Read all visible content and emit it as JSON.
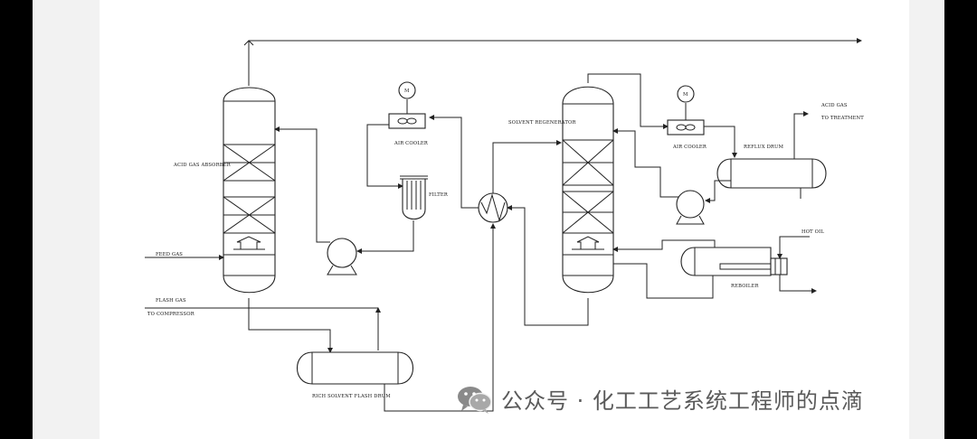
{
  "labels": {
    "acid_gas_absorber": "ACID GAS ABSORBER",
    "feed_gas": "FEED GAS",
    "flash_gas": "FLASH GAS",
    "to_compressor": "TO COMPRESSOR",
    "air_cooler_1": "AIR COOLER",
    "filter": "FILTER",
    "motor_1": "M",
    "motor_2": "M",
    "solvent_regenerator": "SOLVENT REGENERATOR",
    "air_cooler_2": "AIR COOLER",
    "reflux_drum": "REFLUX DRUM",
    "acid_gas": "ACID GAS",
    "to_treatment": "TO TREATMENT",
    "hot_oil": "HOT OIL",
    "reboiler": "REBOILER",
    "rich_solvent_flash_drum": "RICH SOLVENT FLASH DRUM"
  },
  "watermark": {
    "text": "公众号 · 化工工艺系统工程师的点滴",
    "icon": "wechat-icon"
  },
  "colors": {
    "line": "#222222",
    "watermark": "#5a5a5a",
    "side_bars": "#000000"
  }
}
